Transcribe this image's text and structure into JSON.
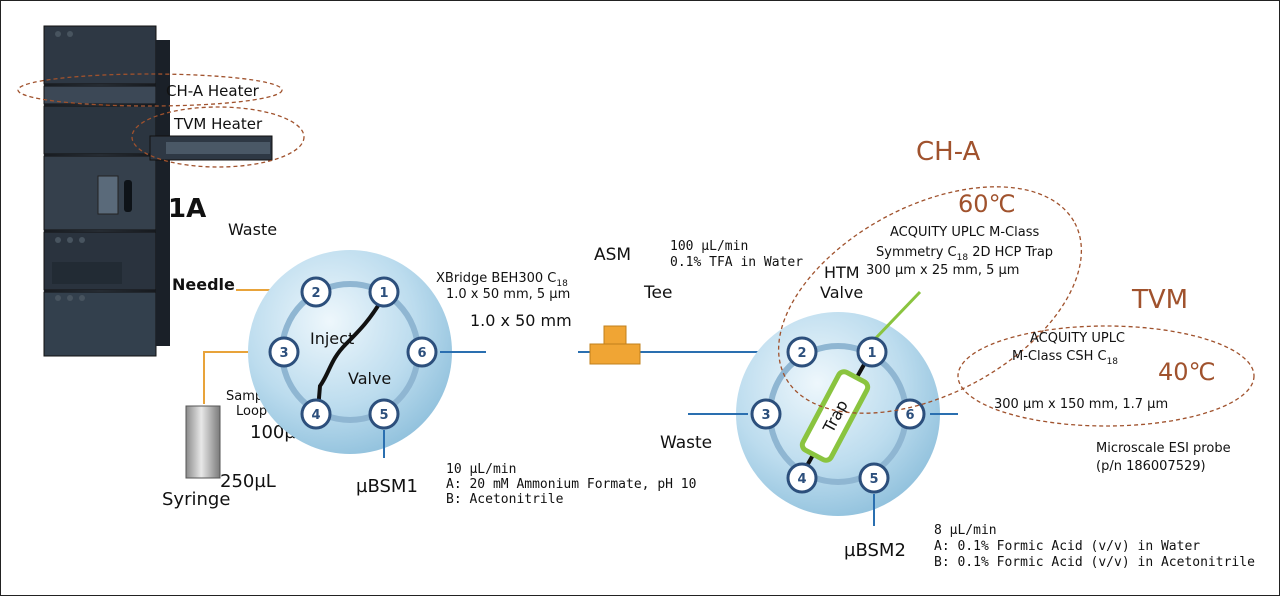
{
  "instrument": {
    "id_label": "1A"
  },
  "heaters": {
    "cha": "CH-A Heater",
    "tvm": "TVM Heater"
  },
  "left_side": {
    "waste": "Waste",
    "needle": "Needle",
    "sample_loop_line1": "Sample",
    "sample_loop_line2": "Loop",
    "loop_volume": "100µL",
    "syringe": "Syringe",
    "syringe_volume": "250µL",
    "pump": "µBSM1"
  },
  "inject_valve": {
    "label_inject": "Inject",
    "label_valve": "Valve",
    "ports": [
      "1",
      "2",
      "3",
      "4",
      "5",
      "6"
    ]
  },
  "column1": {
    "name_line1": "XBridge BEH300 C",
    "name_sub": "18",
    "name_line2": "1.0 x 50 mm, 5 µm",
    "dims": "1.0 x 50 mm"
  },
  "asm": {
    "label": "ASM",
    "tee": "Tee",
    "flow_line1": "100 µL/min",
    "flow_line2": "0.1% TFA in Water"
  },
  "pump1_conditions": {
    "flow": "10 µL/min",
    "a": "A: 20 mM Ammonium Formate, pH 10",
    "b": "B: Acetonitrile"
  },
  "htm_valve": {
    "label_line1": "HTM",
    "label_line2": "Valve",
    "trap_label": "Trap",
    "ports": [
      "1",
      "2",
      "3",
      "4",
      "5",
      "6"
    ],
    "waste": "Waste",
    "pump": "µBSM2"
  },
  "cha": {
    "title": "CH-A",
    "temp": "60℃",
    "line1": "ACQUITY UPLC M-Class",
    "line2_pre": "Symmetry C",
    "line2_sub": "18",
    "line2_post": " 2D  HCP Trap",
    "line3": "300 µm x 25 mm, 5 µm"
  },
  "tvm": {
    "title": "TVM",
    "temp": "40℃",
    "line1": "ACQUITY UPLC",
    "line2_pre": "M-Class CSH C",
    "line2_sub": "18",
    "line3": "300 µm x 150 mm, 1.7 µm"
  },
  "probe": {
    "line1": "Microscale ESI probe",
    "line2": "(p/n 186007529)"
  },
  "pump2_conditions": {
    "flow": "8 µL/min",
    "a": "A: 0.1% Formic Acid (v/v) in Water",
    "b": "B: 0.1% Formic Acid (v/v) in Acetonitrile"
  },
  "colors": {
    "accent_brown": "#a0522d",
    "valve_blue": "#bcd8ea",
    "port_ring": "#2c4f7c",
    "line_blue": "#2a6fb0",
    "tube_orange": "#e8a33a",
    "trap_green": "#8ac43f"
  }
}
